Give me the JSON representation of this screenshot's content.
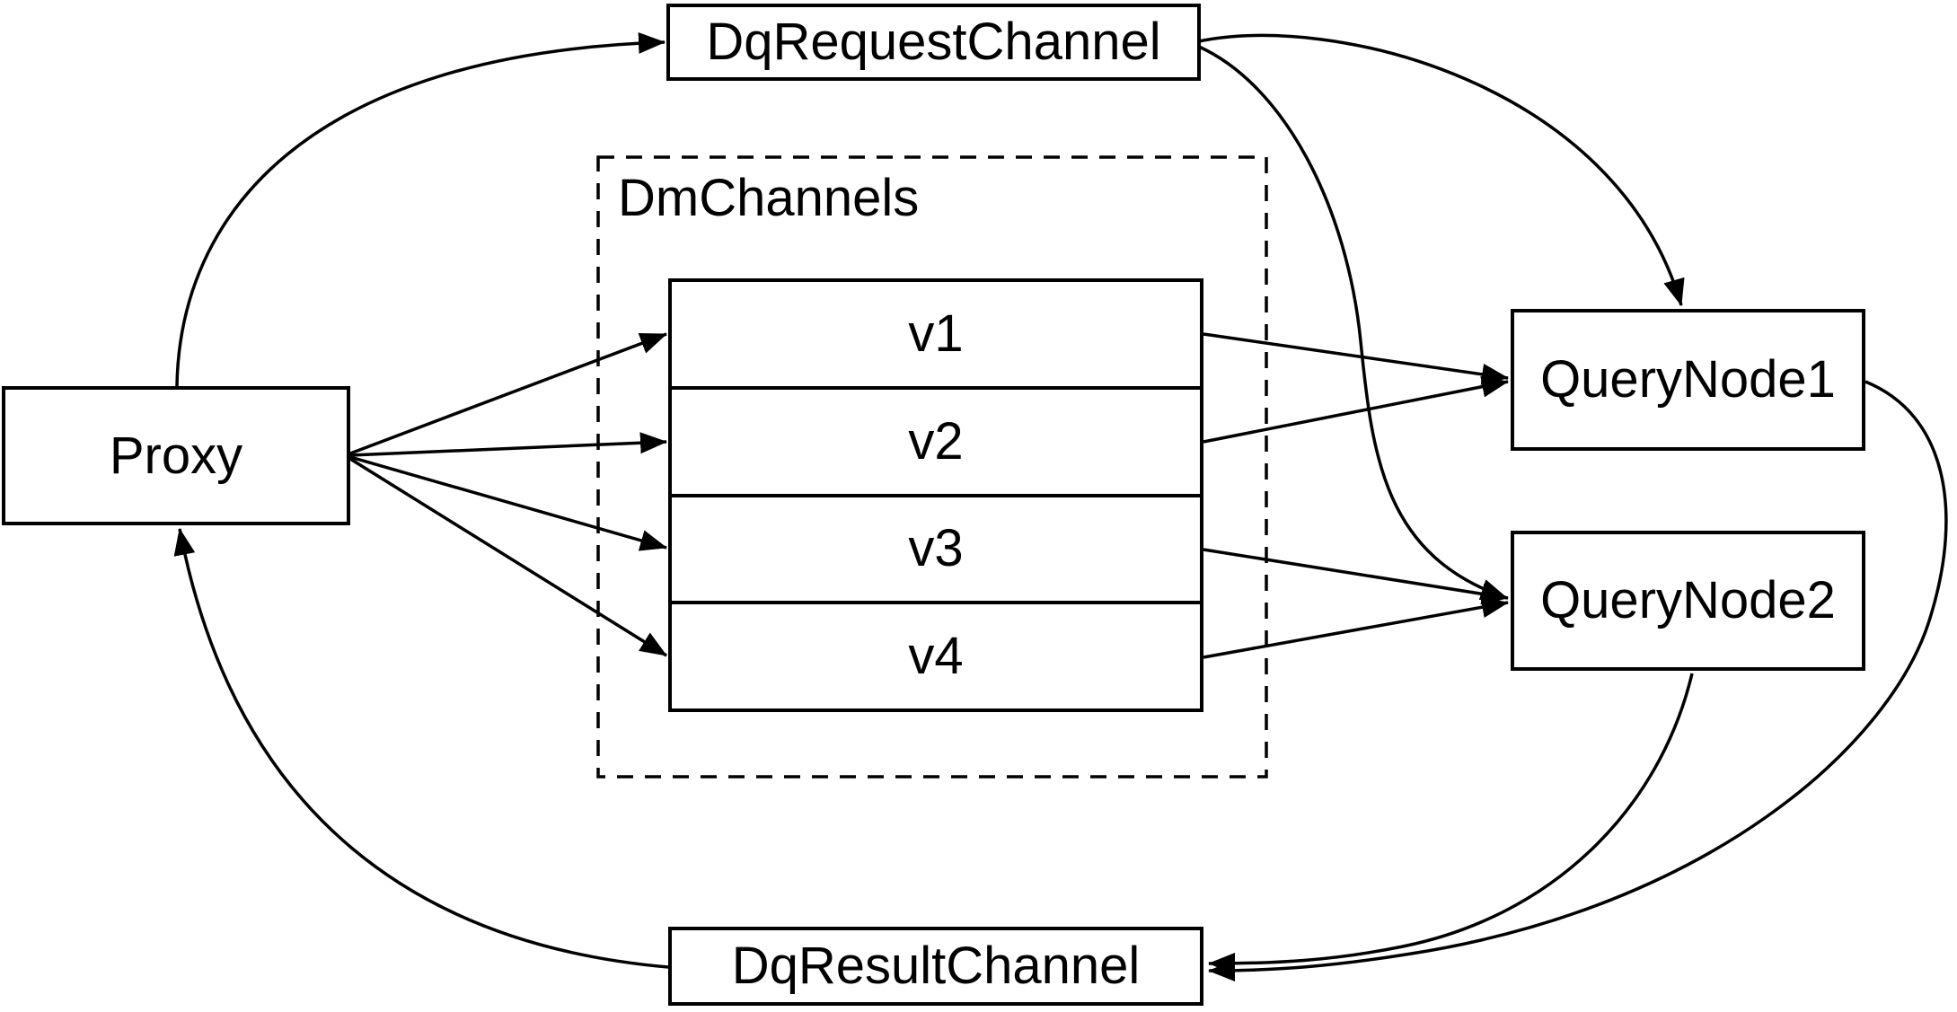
{
  "diagram": {
    "title": "query channel flow",
    "colors": {
      "stroke": "#000000",
      "background": "#ffffff"
    },
    "nodes": {
      "proxy": "Proxy",
      "dq_request_channel": "DqRequestChannel",
      "dm_channels_group": "DmChannels",
      "v1": "v1",
      "v2": "v2",
      "v3": "v3",
      "v4": "v4",
      "query_node_1": "QueryNode1",
      "query_node_2": "QueryNode2",
      "dq_result_channel": "DqResultChannel"
    },
    "edges": [
      {
        "from": "Proxy",
        "to": "DqRequestChannel"
      },
      {
        "from": "DqRequestChannel",
        "to": "QueryNode1"
      },
      {
        "from": "DqRequestChannel",
        "to": "QueryNode2"
      },
      {
        "from": "Proxy",
        "to": "v1"
      },
      {
        "from": "Proxy",
        "to": "v2"
      },
      {
        "from": "Proxy",
        "to": "v3"
      },
      {
        "from": "Proxy",
        "to": "v4"
      },
      {
        "from": "v1",
        "to": "QueryNode1"
      },
      {
        "from": "v2",
        "to": "QueryNode1"
      },
      {
        "from": "v3",
        "to": "QueryNode2"
      },
      {
        "from": "v4",
        "to": "QueryNode2"
      },
      {
        "from": "QueryNode1",
        "to": "DqResultChannel"
      },
      {
        "from": "QueryNode2",
        "to": "DqResultChannel"
      },
      {
        "from": "DqResultChannel",
        "to": "Proxy"
      }
    ]
  }
}
